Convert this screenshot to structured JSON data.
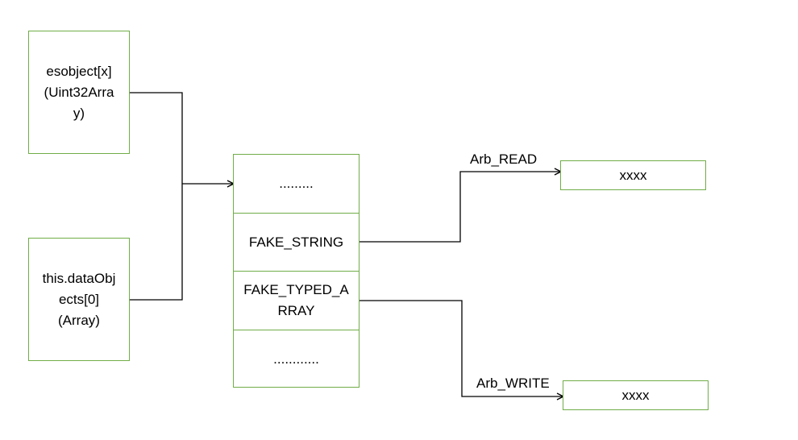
{
  "nodes": {
    "esobject": {
      "label": "esobject[x]\n(Uint32Arra\ny)"
    },
    "dataobjects": {
      "label": "this.dataObj\nects[0]\n(Array)"
    },
    "memory": {
      "cells": [
        {
          "label": "........."
        },
        {
          "label": "FAKE_STRING"
        },
        {
          "label": "FAKE_TYPED_A\nRRAY"
        },
        {
          "label": "............"
        }
      ]
    },
    "read_target": {
      "label": "xxxx"
    },
    "write_target": {
      "label": "xxxx"
    }
  },
  "edges": {
    "read": {
      "label": "Arb_READ"
    },
    "write": {
      "label": "Arb_WRITE"
    }
  },
  "colors": {
    "box_border": "#70ad47",
    "line": "#000000"
  }
}
